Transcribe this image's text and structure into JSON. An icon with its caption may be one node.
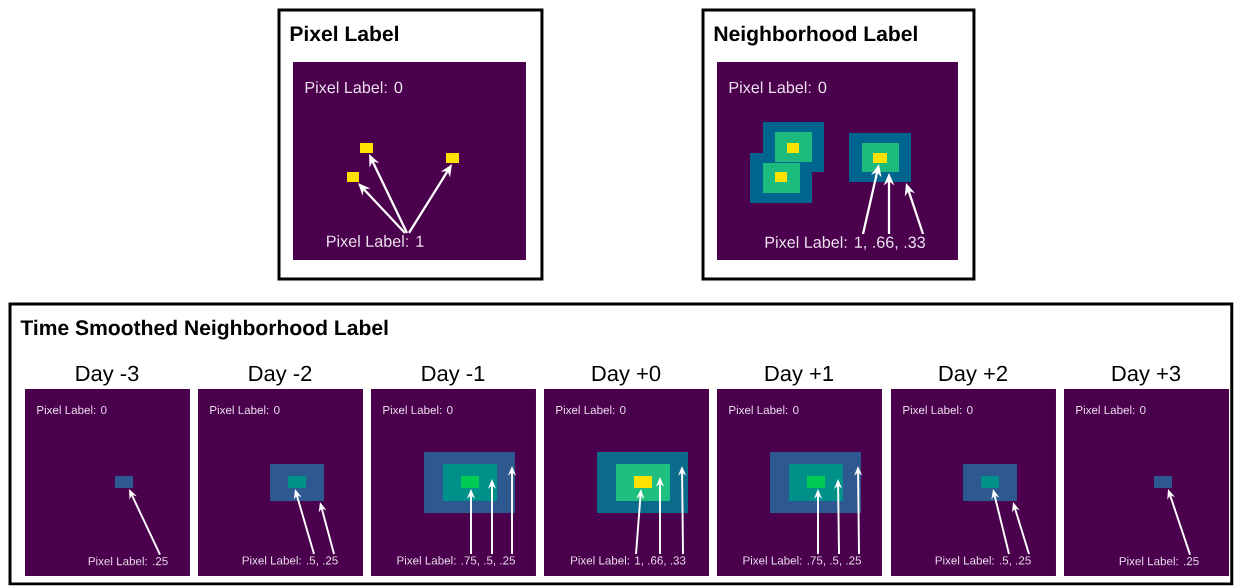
{
  "diagram": {
    "nodes": [
      {
        "text": [
          "Pixel Label"
        ]
      },
      {
        "text": [
          "Pixel Label: 0"
        ],
        "in": 0
      },
      {
        "text": [],
        "shape": "box",
        "in": 1
      },
      {
        "text": [],
        "shape": "box",
        "in": 1
      },
      {
        "text": [],
        "shape": "box",
        "in": 1
      },
      {
        "text": [
          "Pixel Label: 1"
        ],
        "in": 1
      },
      {
        "text": [
          "Neighborhood Label"
        ]
      },
      {
        "text": [
          "Pixel Label: 0"
        ],
        "in": 6
      },
      {
        "text": [],
        "shape": "box",
        "in": 7
      },
      {
        "text": [],
        "shape": "box",
        "in": 8
      },
      {
        "text": [],
        "shape": "box",
        "in": 9
      },
      {
        "text": [
          "Pixel Label: 1, .66, .33"
        ],
        "in": 7
      },
      {
        "text": [
          "Time Smoothed Neighborhood Label"
        ]
      },
      {
        "text": [
          "Day -3",
          "Pixel Label: 0"
        ],
        "in": 12
      },
      {
        "text": [],
        "shape": "box",
        "in": 13
      },
      {
        "text": [
          "Pixel Label: .25"
        ],
        "in": 13
      },
      {
        "text": [
          "Day -2",
          "Pixel Label: 0"
        ],
        "in": 12
      },
      {
        "text": [],
        "shape": "box",
        "in": 16
      },
      {
        "text": [],
        "shape": "box",
        "in": 17
      },
      {
        "text": [
          "Pixel Label: .5, .25"
        ],
        "in": 16
      },
      {
        "text": [
          "Day -1",
          "Pixel Label: 0"
        ],
        "in": 12
      },
      {
        "text": [],
        "shape": "box",
        "in": 20
      },
      {
        "text": [],
        "shape": "box",
        "in": 21
      },
      {
        "text": [],
        "shape": "box",
        "in": 22
      },
      {
        "text": [
          "Pixel Label: .75, .5, .25"
        ],
        "in": 20
      },
      {
        "text": [
          "Day +0",
          "Pixel Label: 0"
        ],
        "in": 12
      },
      {
        "text": [],
        "shape": "box",
        "in": 25
      },
      {
        "text": [],
        "shape": "box",
        "in": 26
      },
      {
        "text": [],
        "shape": "box",
        "in": 27
      },
      {
        "text": [
          "Pixel Label: 1, .66, .33"
        ],
        "in": 25
      },
      {
        "text": [
          "Day +1",
          "Pixel Label: 0"
        ],
        "in": 12
      },
      {
        "text": [],
        "shape": "box",
        "in": 30
      },
      {
        "text": [],
        "shape": "box",
        "in": 31
      },
      {
        "text": [],
        "shape": "box",
        "in": 32
      },
      {
        "text": [
          "Pixel Label: .75, .5, .25"
        ],
        "in": 30
      },
      {
        "text": [
          "Day +2",
          "Pixel Label: 0"
        ],
        "in": 12
      },
      {
        "text": [],
        "shape": "box",
        "in": 35
      },
      {
        "text": [],
        "shape": "box",
        "in": 36
      },
      {
        "text": [
          "Pixel Label: .5, .25"
        ],
        "in": 35
      },
      {
        "text": [
          "Day +3",
          "Pixel Label: 0"
        ],
        "in": 12
      },
      {
        "text": [],
        "shape": "box",
        "in": 39
      },
      {
        "text": [
          "Pixel Label: .25"
        ],
        "in": 39
      }
    ],
    "edges": [
      {
        "from": 5,
        "to": 2,
        "arrow": "to"
      },
      {
        "from": 5,
        "to": 3,
        "arrow": "to"
      },
      {
        "from": 5,
        "to": 4,
        "arrow": "to"
      },
      {
        "from": 11,
        "to": 10,
        "arrow": "to"
      },
      {
        "from": 11,
        "to": 9,
        "arrow": "to"
      },
      {
        "from": 11,
        "to": 8,
        "arrow": "to"
      },
      {
        "from": 15,
        "to": 14,
        "arrow": "to"
      },
      {
        "from": 19,
        "to": 18,
        "arrow": "to"
      },
      {
        "from": 19,
        "to": 17,
        "arrow": "to"
      },
      {
        "from": 24,
        "to": 23,
        "arrow": "to"
      },
      {
        "from": 24,
        "to": 22,
        "arrow": "to"
      },
      {
        "from": 24,
        "to": 21,
        "arrow": "to"
      },
      {
        "from": 29,
        "to": 28,
        "arrow": "to"
      },
      {
        "from": 29,
        "to": 27,
        "arrow": "to"
      },
      {
        "from": 29,
        "to": 26,
        "arrow": "to"
      },
      {
        "from": 34,
        "to": 33,
        "arrow": "to"
      },
      {
        "from": 34,
        "to": 32,
        "arrow": "to"
      },
      {
        "from": 34,
        "to": 31,
        "arrow": "to"
      },
      {
        "from": 38,
        "to": 37,
        "arrow": "to"
      },
      {
        "from": 38,
        "to": 36,
        "arrow": "to"
      },
      {
        "from": 41,
        "to": 40,
        "arrow": "to"
      }
    ]
  }
}
